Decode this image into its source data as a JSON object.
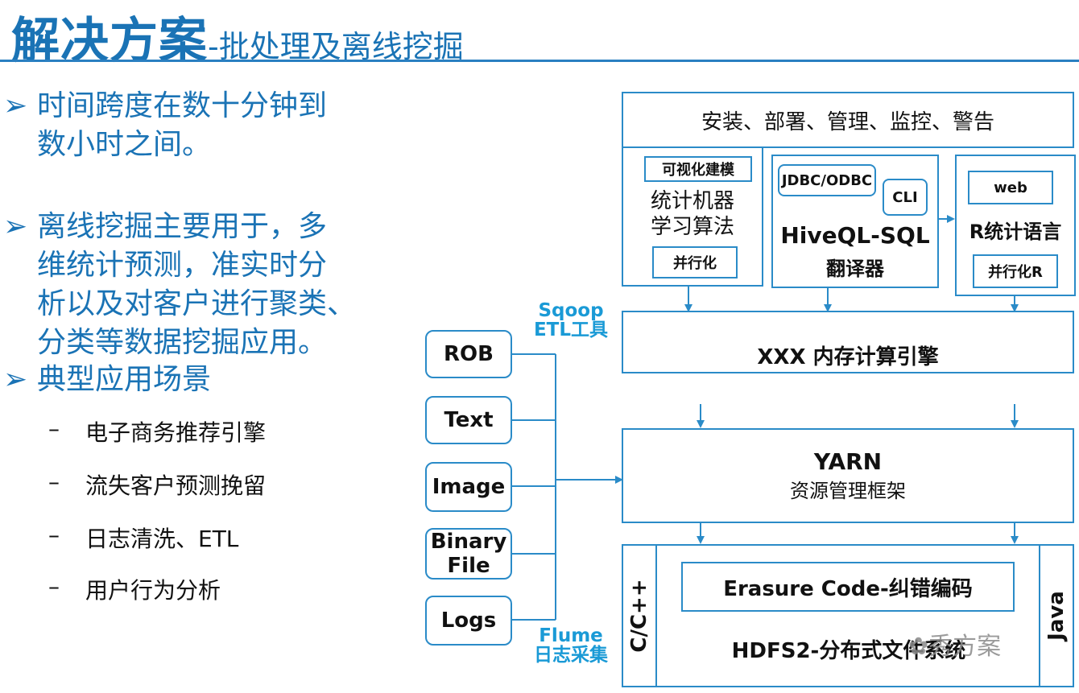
{
  "title": {
    "main": "解决方案",
    "sub": "-批处理及离线挖掘"
  },
  "bullets": [
    {
      "lines": [
        "时间跨度在数十分钟到",
        "数小时之间。"
      ]
    },
    {
      "lines": [
        "离线挖掘主要用于，多",
        "维统计预测，准实时分",
        "析以及对客户进行聚类、",
        "分类等数据挖掘应用。"
      ]
    },
    {
      "lines": [
        "典型应用场景"
      ]
    }
  ],
  "scenarios": {
    "dash": "–",
    "items": [
      "电子商务推荐引擎",
      "流失客户预测挽留",
      "日志清洗、ETL",
      "用户行为分析"
    ]
  },
  "diagram": {
    "top_banner": "安装、部署、管理、监控、警告",
    "ml_block": {
      "tag": "可视化建模",
      "title_l1": "统计机器",
      "title_l2": "学习算法",
      "sub": "并行化"
    },
    "hive_block": {
      "jdbc": "JDBC/ODBC",
      "cli": "CLI",
      "title": "HiveQL-SQL",
      "sub": "翻译器"
    },
    "r_block": {
      "web": "web",
      "title": "R统计语言",
      "sub": "并行化R"
    },
    "engine": "XXX 内存计算引擎",
    "yarn": {
      "title": "YARN",
      "sub": "资源管理框架"
    },
    "hdfs": {
      "erasure": "Erasure Code-纠错编码",
      "title": "HDFS2-分布式文件系统",
      "left": "C/C++",
      "right": "Java"
    },
    "sources": [
      "ROB",
      "Text",
      "Image",
      "Binary File",
      "Logs"
    ],
    "sqoop": {
      "l1": "Sqoop",
      "l2": "ETL工具"
    },
    "flume": {
      "l1": "Flume",
      "l2": "日志采集"
    }
  },
  "watermark": "秀方案",
  "colors": {
    "title": "#1a73b5",
    "border": "#2a8bc8",
    "label_blue": "#1a9ad6"
  }
}
